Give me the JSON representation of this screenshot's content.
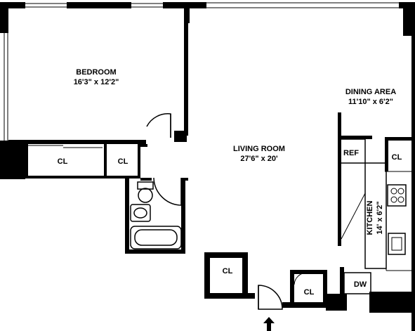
{
  "rooms": {
    "bedroom": {
      "name": "BEDROOM",
      "size": "16'3\" x 12'2\""
    },
    "living_room": {
      "name": "LIVING ROOM",
      "size": "27'6\" x 20'"
    },
    "dining_area": {
      "name": "DINING AREA",
      "size": "11'10\" x 6'2\""
    },
    "kitchen": {
      "name": "KITCHEN",
      "size": "14' x 6'2\""
    }
  },
  "closets": {
    "bedroom_closet_1": "CL",
    "bedroom_closet_2": "CL",
    "kitchen_closet": "CL",
    "entry_closet_left": "CL",
    "entry_closet_right": "CL"
  },
  "appliances": {
    "refrigerator": "REF",
    "dishwasher": "DW"
  },
  "colors": {
    "walls": "#000000",
    "background": "#ffffff"
  },
  "icons": {
    "entry": "entrance-arrow-icon"
  }
}
